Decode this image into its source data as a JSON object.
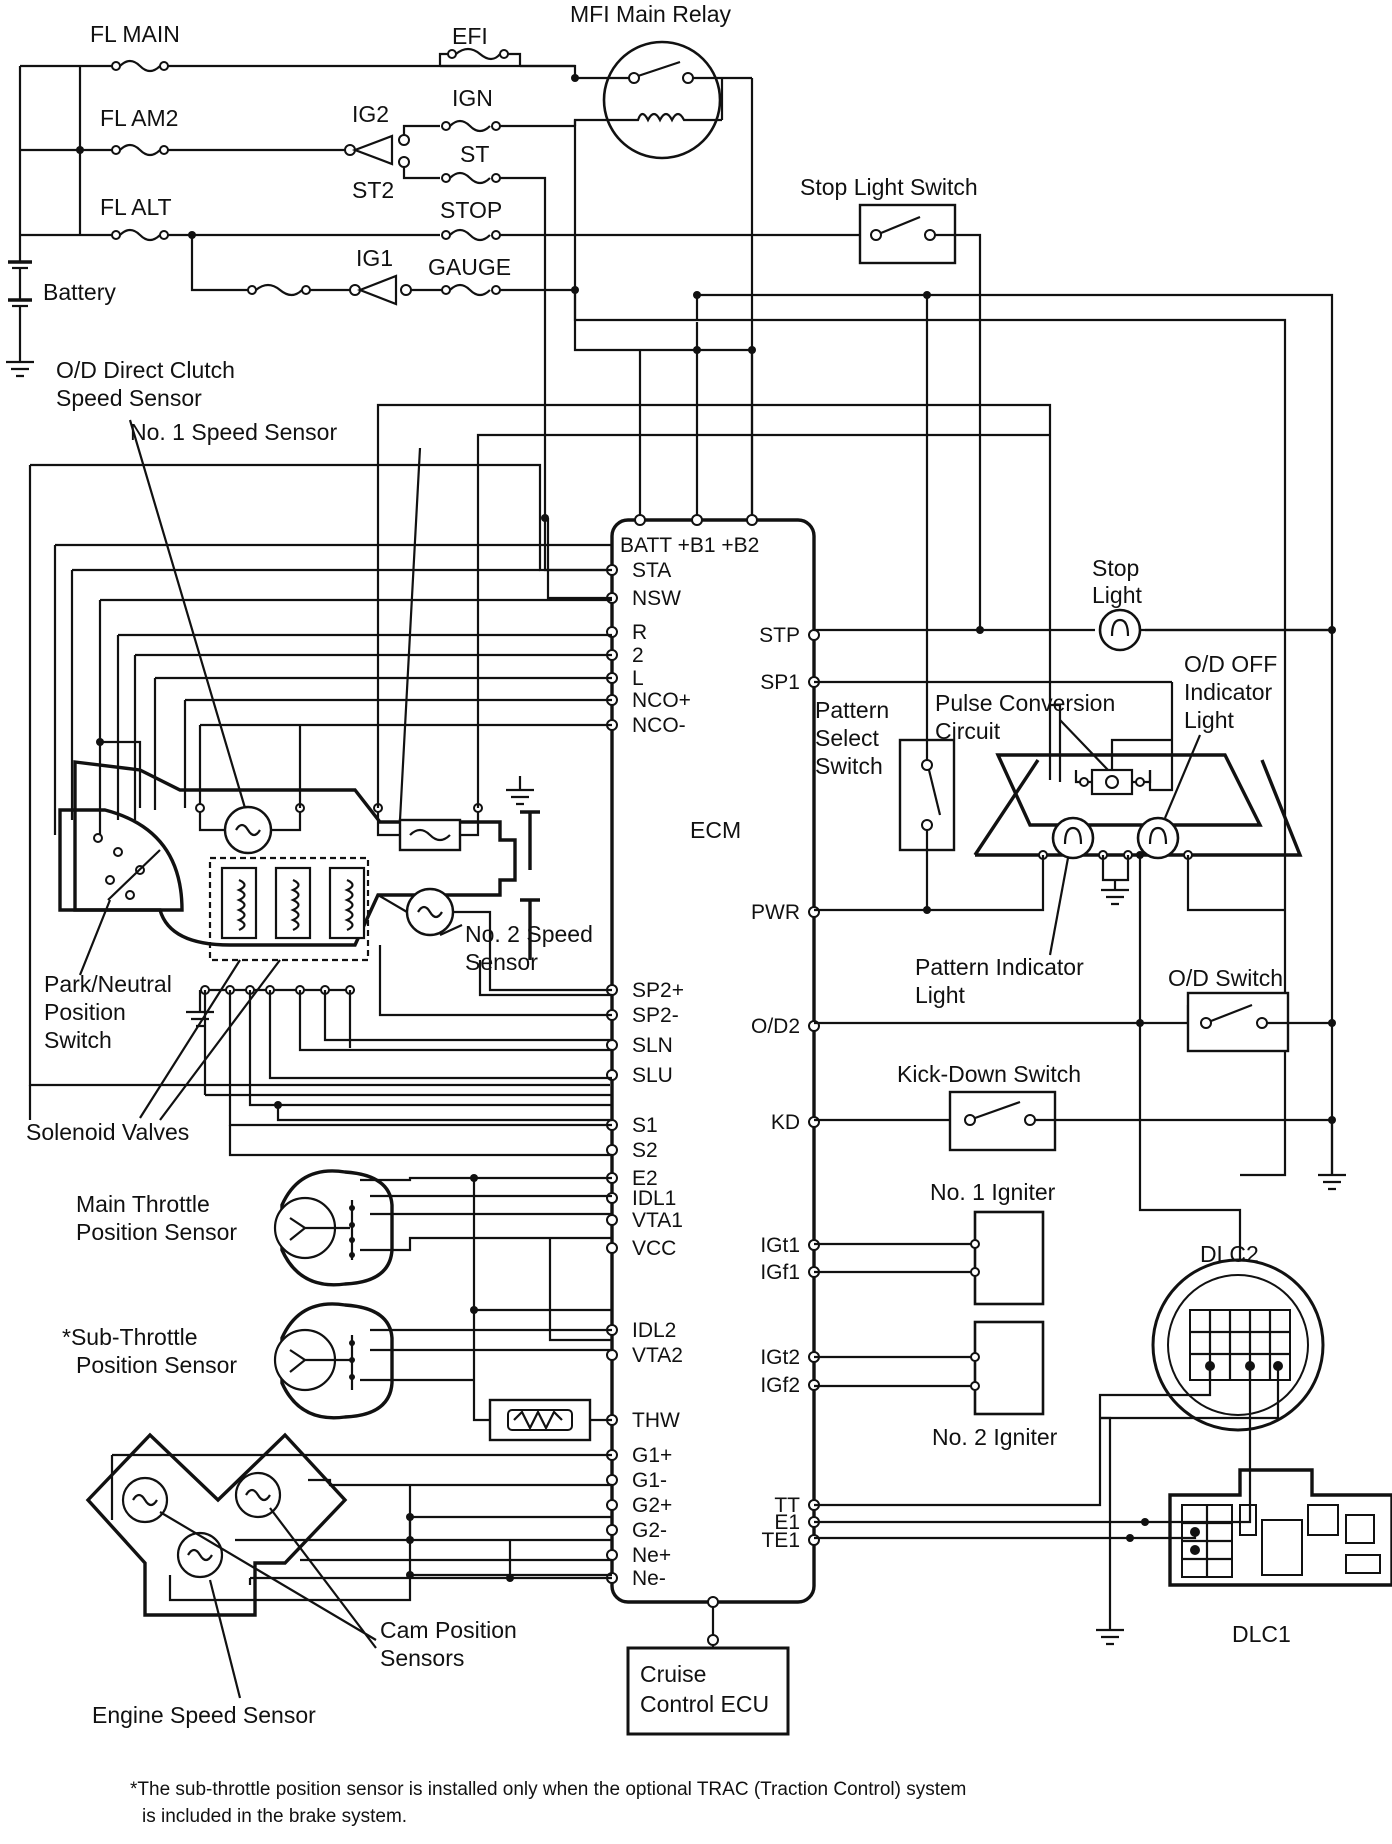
{
  "labels": {
    "fl_main": "FL MAIN",
    "fl_am2": "FL AM2",
    "fl_alt": "FL ALT",
    "battery": "Battery",
    "efi": "EFI",
    "ign": "IGN",
    "st": "ST",
    "stop": "STOP",
    "gauge": "GAUGE",
    "ig2": "IG2",
    "st2": "ST2",
    "ig1": "IG1",
    "mfi_relay": "MFI Main Relay",
    "stop_light_switch": "Stop Light Switch",
    "stop_light_1": "Stop",
    "stop_light_2": "Light",
    "od_direct_1": "O/D Direct Clutch",
    "od_direct_2": "Speed Sensor",
    "no1_speed": "No. 1 Speed Sensor",
    "no2_speed_1": "No. 2 Speed",
    "no2_speed_2": "Sensor",
    "park_neutral_1": "Park/Neutral",
    "park_neutral_2": "Position",
    "park_neutral_3": "Switch",
    "solenoid": "Solenoid Valves",
    "main_tps_1": "Main Throttle",
    "main_tps_2": "Position Sensor",
    "sub_tps_1": "*Sub-Throttle",
    "sub_tps_2": "Position Sensor",
    "cam_1": "Cam Position",
    "cam_2": "Sensors",
    "engine_speed": "Engine Speed Sensor",
    "cruise_1": "Cruise",
    "cruise_2": "Control ECU",
    "ecm": "ECM",
    "pattern_1": "Pattern",
    "pattern_2": "Select",
    "pattern_3": "Switch",
    "pulse_1": "Pulse Conversion",
    "pulse_2": "Circuit",
    "odoff_1": "O/D OFF",
    "odoff_2": "Indicator",
    "odoff_3": "Light",
    "pattern_ind_1": "Pattern Indicator",
    "pattern_ind_2": "Light",
    "od_switch": "O/D Switch",
    "kickdown": "Kick-Down Switch",
    "igniter1": "No. 1 Igniter",
    "igniter2": "No. 2 Igniter",
    "dlc2": "DLC2",
    "dlc1": "DLC1"
  },
  "ecm_top_pins": "BATT +B1 +B2",
  "ecm_left_pins": [
    "STA",
    "NSW",
    "R",
    "2",
    "L",
    "NCO+",
    "NCO-",
    "SP2+",
    "SP2-",
    "SLN",
    "SLU",
    "S1",
    "S2",
    "E2",
    "IDL1",
    "VTA1",
    "VCC",
    "IDL2",
    "VTA2",
    "THW",
    "G1+",
    "G1-",
    "G2+",
    "G2-",
    "Ne+",
    "Ne-"
  ],
  "ecm_right_pins": [
    "STP",
    "SP1",
    "PWR",
    "O/D2",
    "KD",
    "IGt1",
    "IGf1",
    "IGt2",
    "IGf2",
    "TT",
    "E1",
    "TE1"
  ],
  "footnote_1": "*The sub-throttle position sensor is installed only when the optional TRAC (Traction Control) system",
  "footnote_2": "is included in the brake system."
}
